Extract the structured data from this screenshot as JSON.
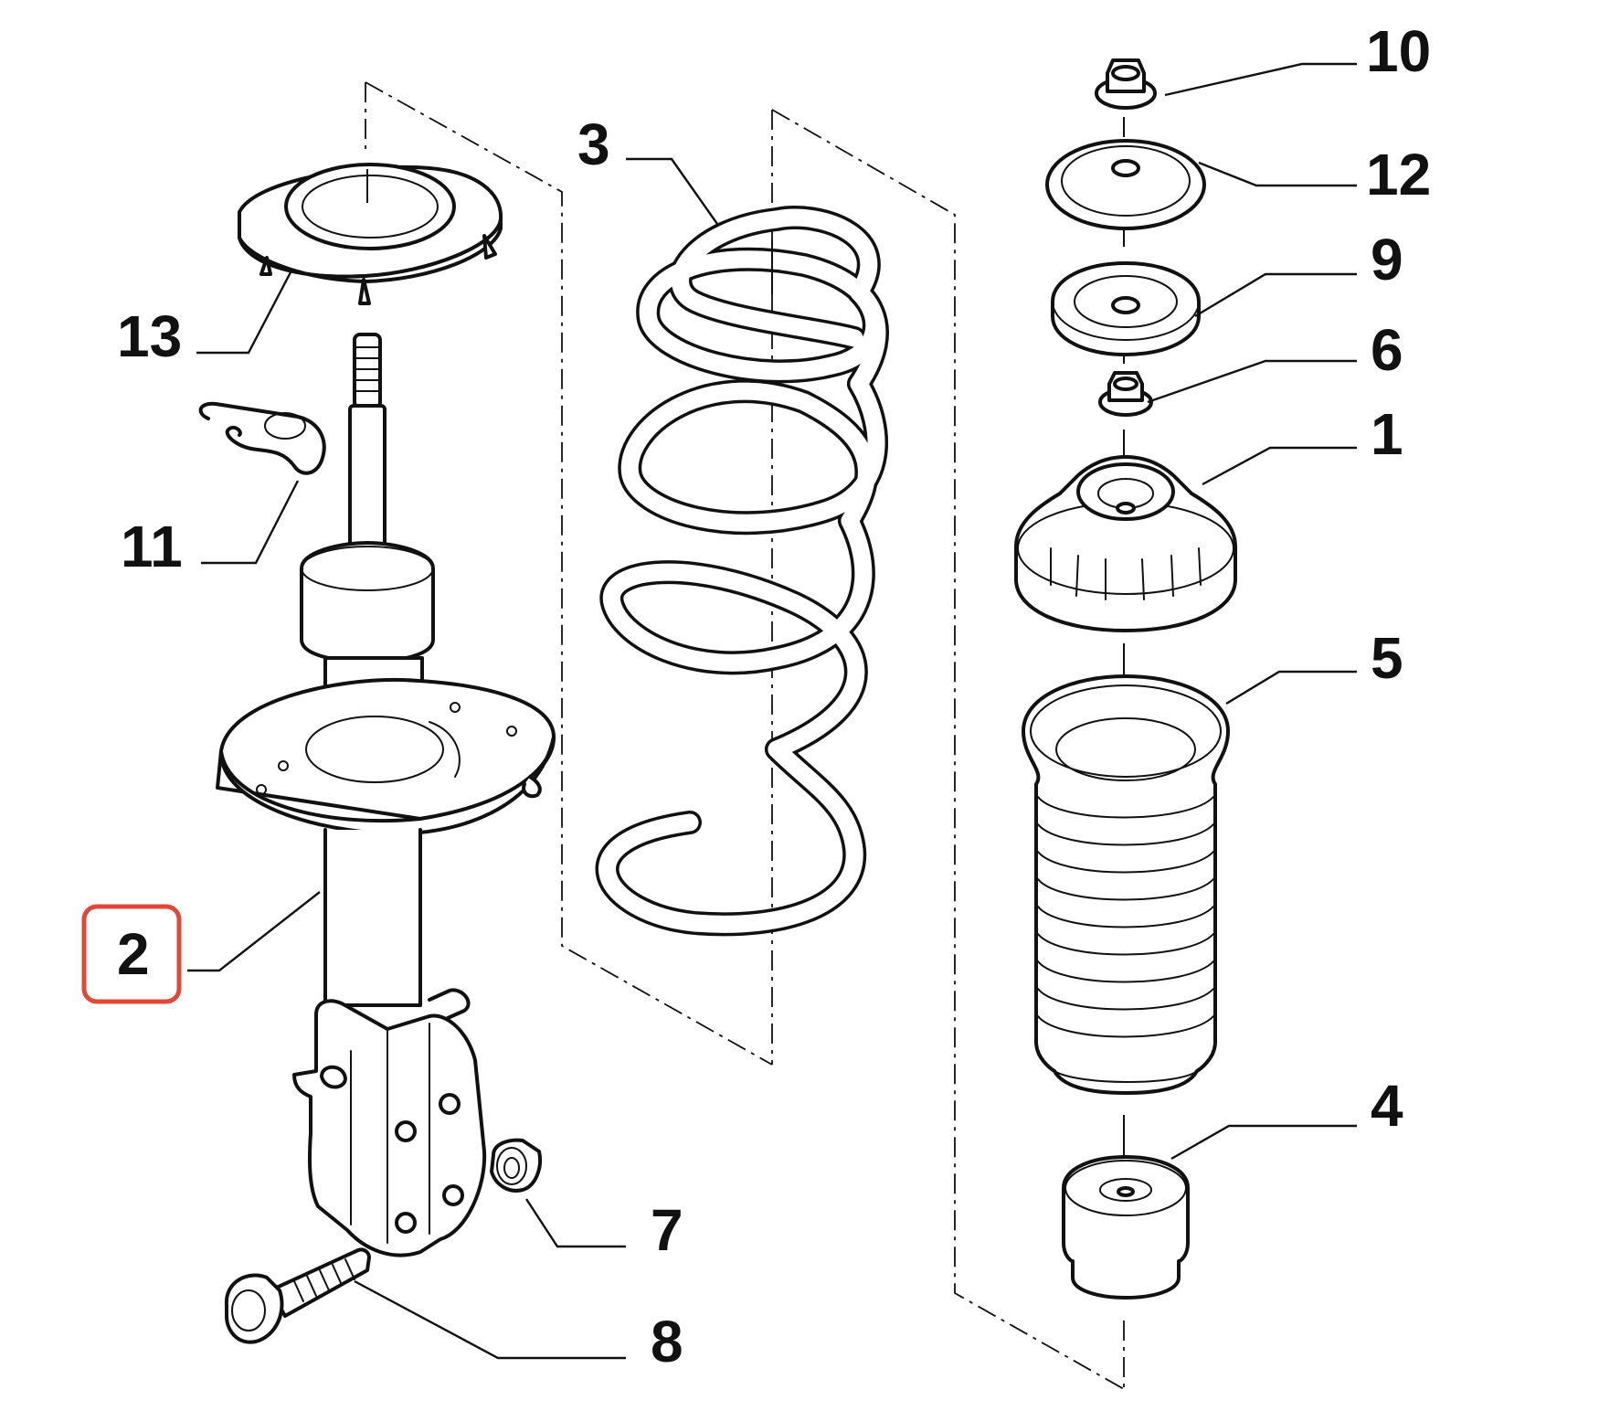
{
  "diagram": {
    "highlight_color": "#e0483a",
    "ink_color": "#111111",
    "highlighted_callout": "2",
    "callouts": {
      "c1": "1",
      "c2": "2",
      "c3": "3",
      "c4": "4",
      "c5": "5",
      "c6": "6",
      "c7": "7",
      "c8": "8",
      "c9": "9",
      "c10": "10",
      "c11": "11",
      "c12": "12",
      "c13": "13"
    }
  }
}
